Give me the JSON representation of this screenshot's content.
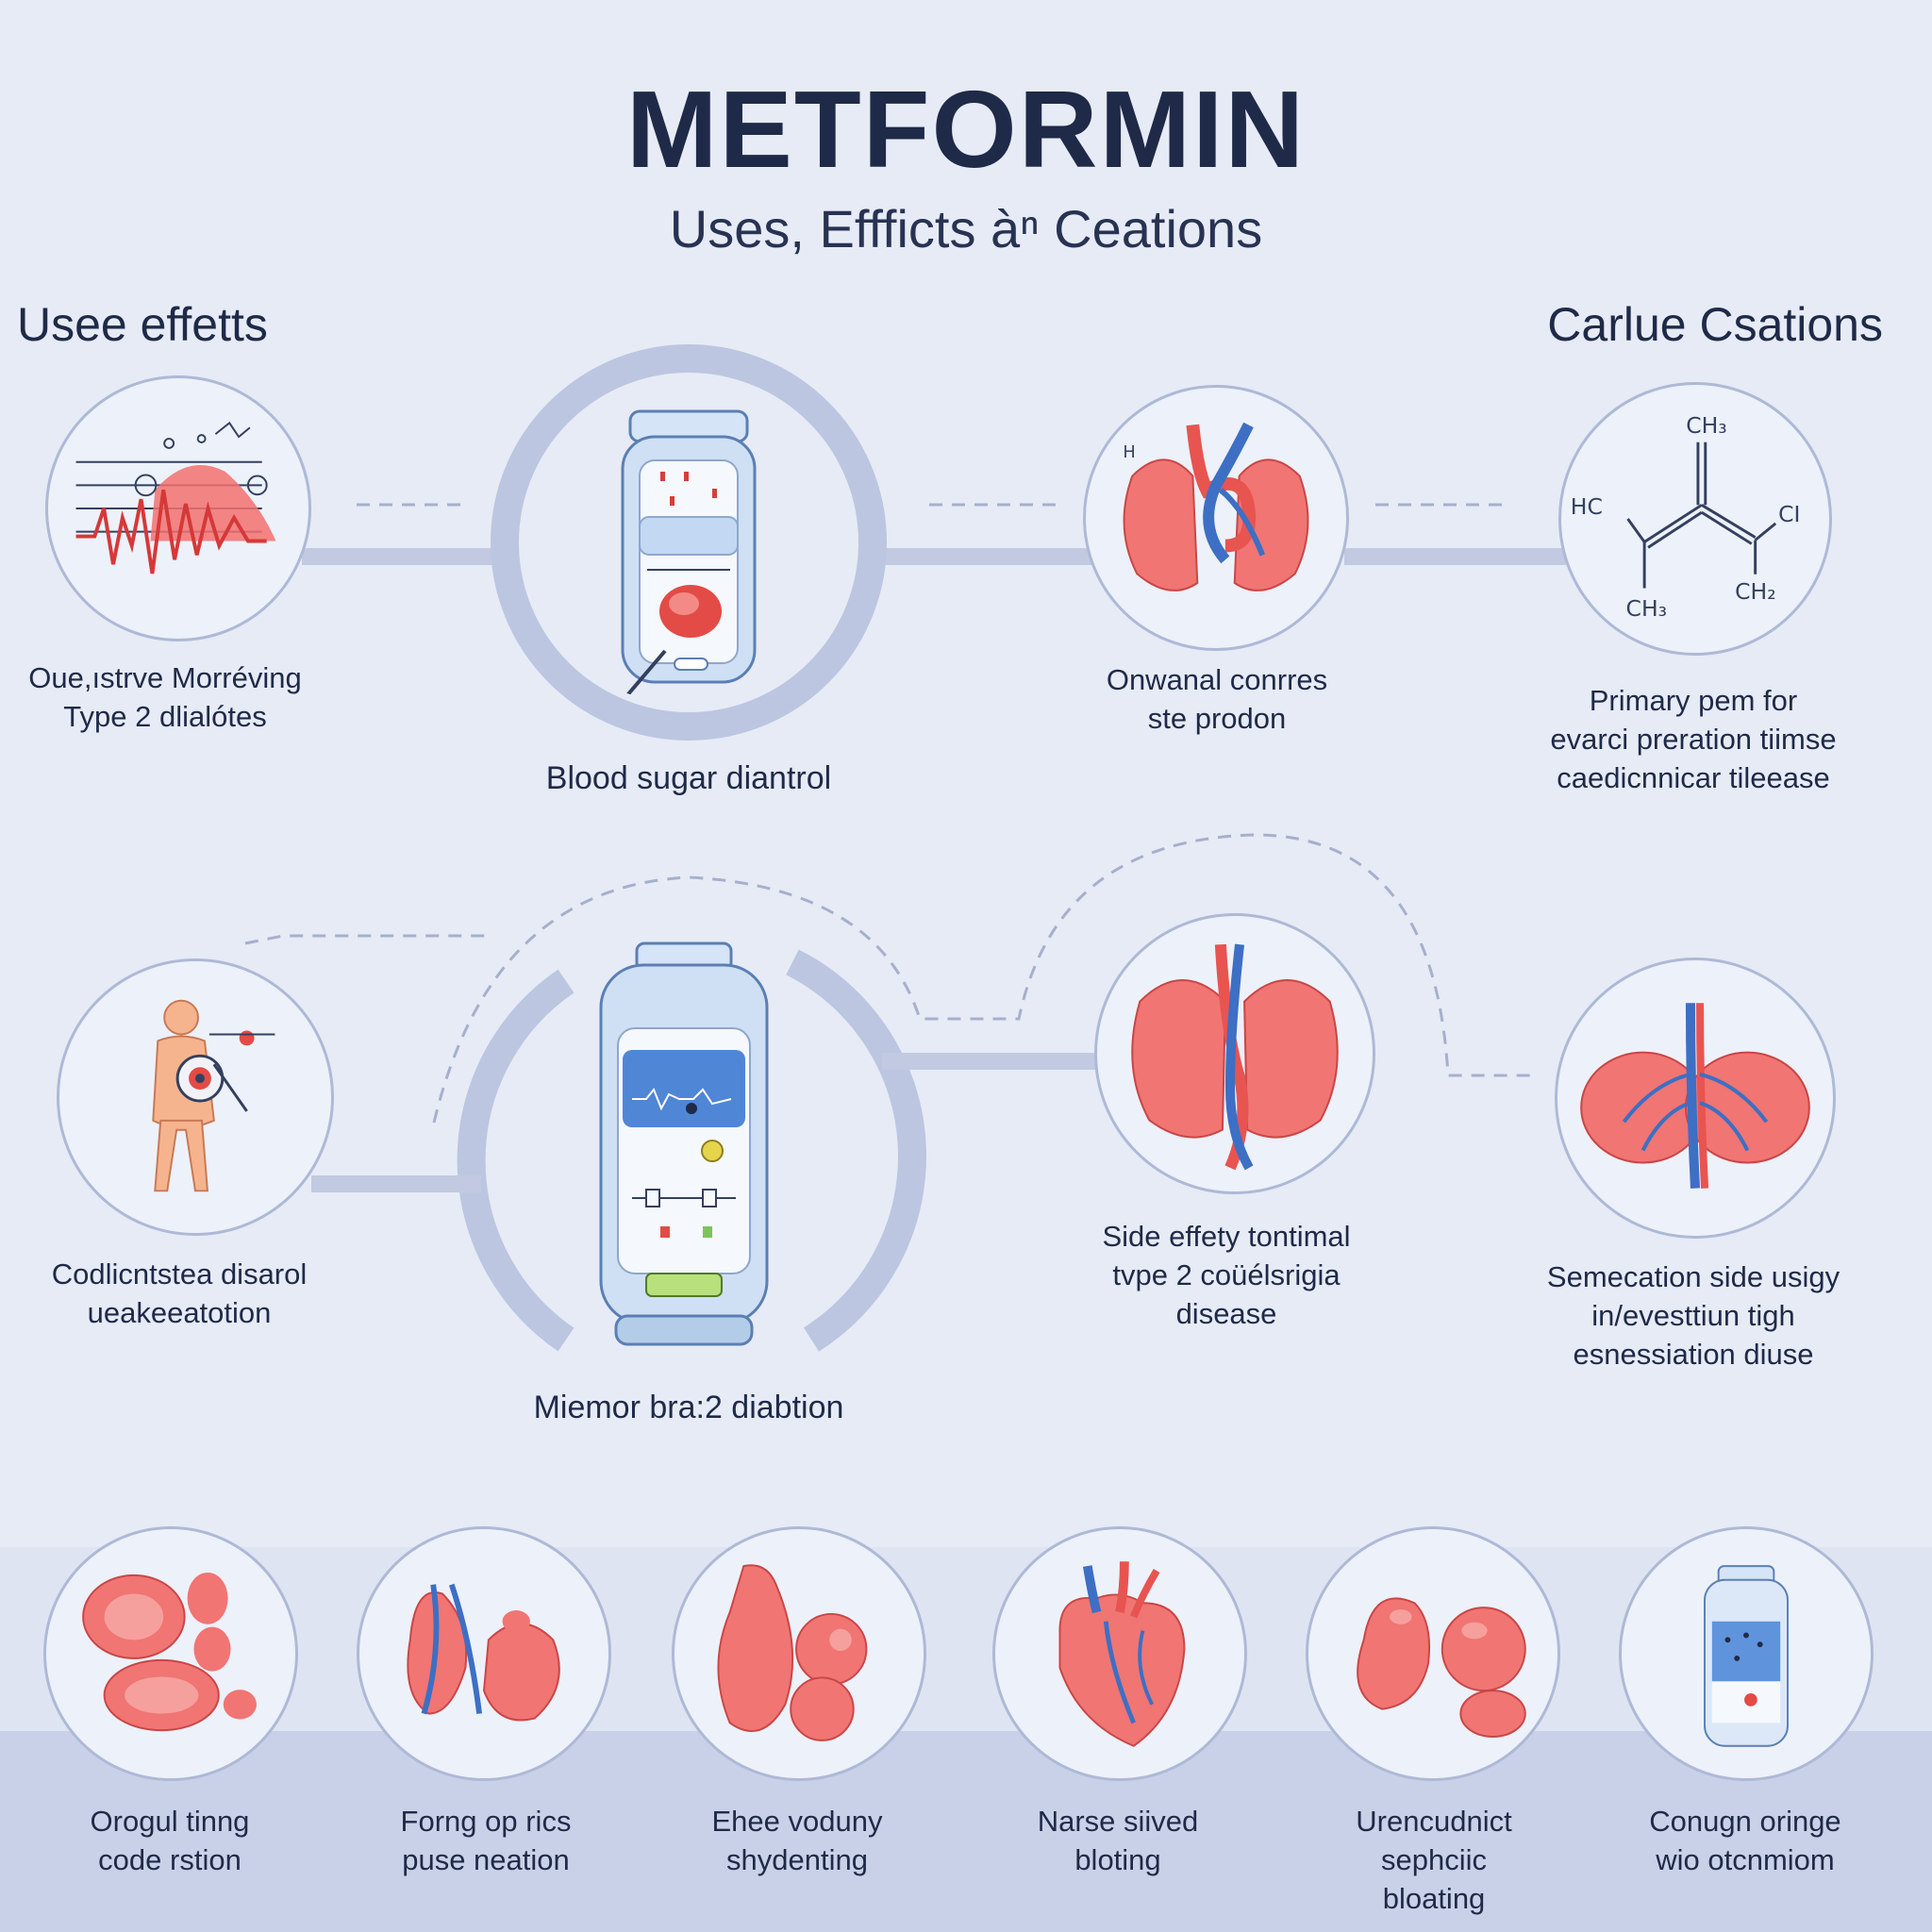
{
  "header": {
    "title": "METFORMIN",
    "subtitle": "Uses, Effficts àⁿ Ceations"
  },
  "sections": {
    "left": "Usee effetts",
    "right": "Carlue Csations"
  },
  "top_row": [
    {
      "label": "Oue,ıstrve Morréving\nType 2 dlialótes"
    },
    {
      "label": "Blood sugar diantrol"
    },
    {
      "label": "Onwanal conrres\nste prodon"
    },
    {
      "label": "Primary pem for\nevarci preration tiimse\ncaedicnnicar tileease"
    }
  ],
  "molecule": {
    "atoms": [
      "CH₃",
      "HC",
      "CI",
      "CH₂",
      "CH₃"
    ]
  },
  "middle_row": [
    {
      "label": "Codlicntstea disarol\nueakeeatotion"
    },
    {
      "label": "Miemor bra:2 diabtion"
    },
    {
      "label": "Side effety tontimal\ntvpe 2 coüélsrigia\ndisease"
    },
    {
      "label": "Semecation side usigy\nin/evesttiun tigh\nesnessiation diuse"
    }
  ],
  "bottom_row": [
    {
      "label": "Orogul tinng\ncode rstion"
    },
    {
      "label": "Forng op rics\npuse neation"
    },
    {
      "label": "Ehee voduny\nshydenting"
    },
    {
      "label": "Narse siived\nbloting"
    },
    {
      "label": "Urencudnict\nsephciic\nbloating"
    },
    {
      "label": "Conugn oringe\nwio otcnmiom"
    }
  ],
  "colors": {
    "background": "#e6ebf6",
    "organ_red": "#f0706e",
    "vessel_blue": "#3d6fc4",
    "device_blue": "#cfe0f4",
    "ring": "#b9c3df",
    "text": "#1f2a48"
  }
}
